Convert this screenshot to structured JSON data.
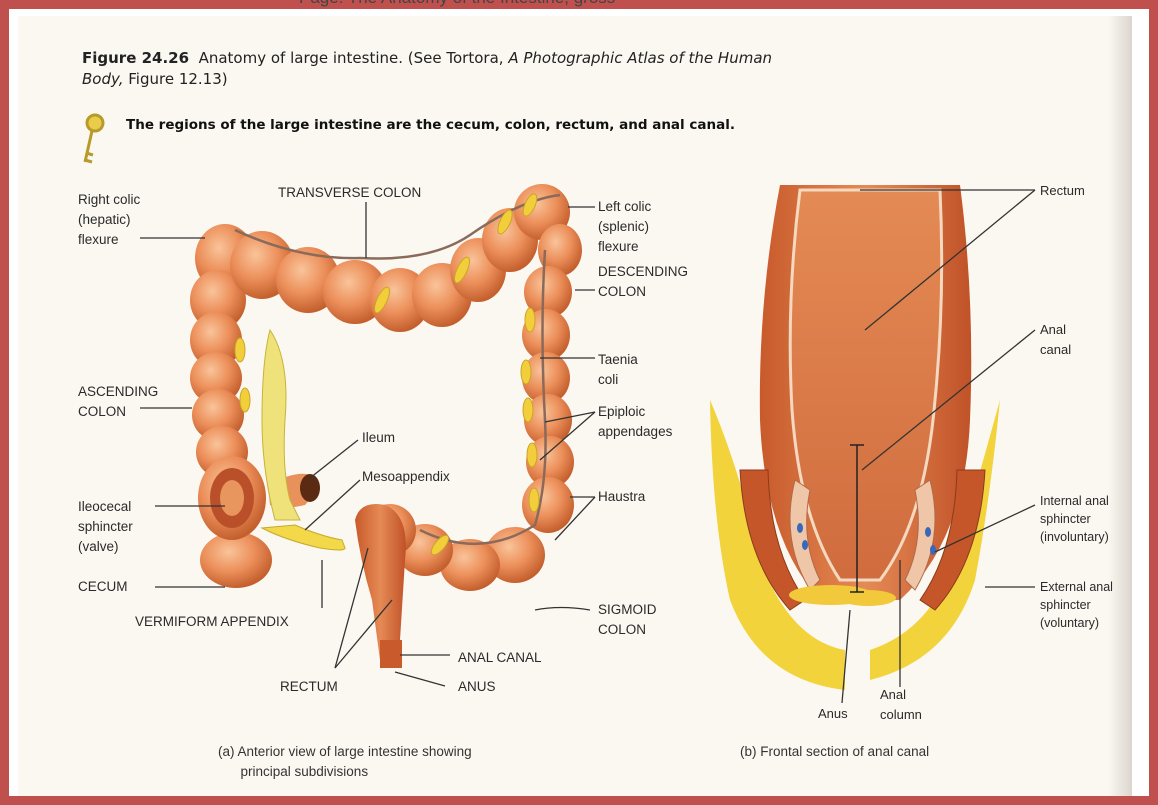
{
  "page_header_text": "Page: The Anatomy of the Intestine, gross",
  "figure": {
    "number": "Figure 24.26",
    "caption_main": "Anatomy of large intestine. (See Tortora, ",
    "caption_italic": "A Photographic Atlas of the Human Body,",
    "caption_end": " Figure 12.13)",
    "key_statement": "The regions of the large intestine are the cecum, colon, rectum, and anal canal."
  },
  "panel_a": {
    "labels": {
      "right_colic": "Right colic\n(hepatic)\nflexure",
      "transverse_colon": "TRANSVERSE COLON",
      "left_colic": "Left colic\n(splenic)\nflexure",
      "descending_colon": "DESCENDING\nCOLON",
      "taenia_coli": "Taenia\ncoli",
      "epiploic": "Epiploic\nappendages",
      "ascending_colon": "ASCENDING\nCOLON",
      "ileum": "Ileum",
      "mesoappendix": "Mesoappendix",
      "haustra": "Haustra",
      "ileocecal": "Ileocecal\nsphincter\n(valve)",
      "cecum": "CECUM",
      "vermiform": "VERMIFORM APPENDIX",
      "sigmoid": "SIGMOID\nCOLON",
      "anal_canal": "ANAL CANAL",
      "rectum": "RECTUM",
      "anus": "ANUS"
    },
    "subcaption": "(a) Anterior view of large intestine showing\n      principal subdivisions"
  },
  "panel_b": {
    "labels": {
      "rectum": "Rectum",
      "anal_canal": "Anal\ncanal",
      "internal_sphincter": "Internal anal\nsphincter\n(involuntary)",
      "external_sphincter": "External anal\nsphincter\n(voluntary)",
      "anus": "Anus",
      "anal_column": "Anal\ncolumn"
    },
    "subcaption": "(b) Frontal section of anal canal"
  },
  "colors": {
    "frame": "#c0504d",
    "page": "#fbf8f2",
    "colon": "#e98b55",
    "colon_light": "#f6b27e",
    "colon_dark": "#b8552a",
    "fat": "#f2d33b",
    "mucosa": "#d9774a"
  }
}
